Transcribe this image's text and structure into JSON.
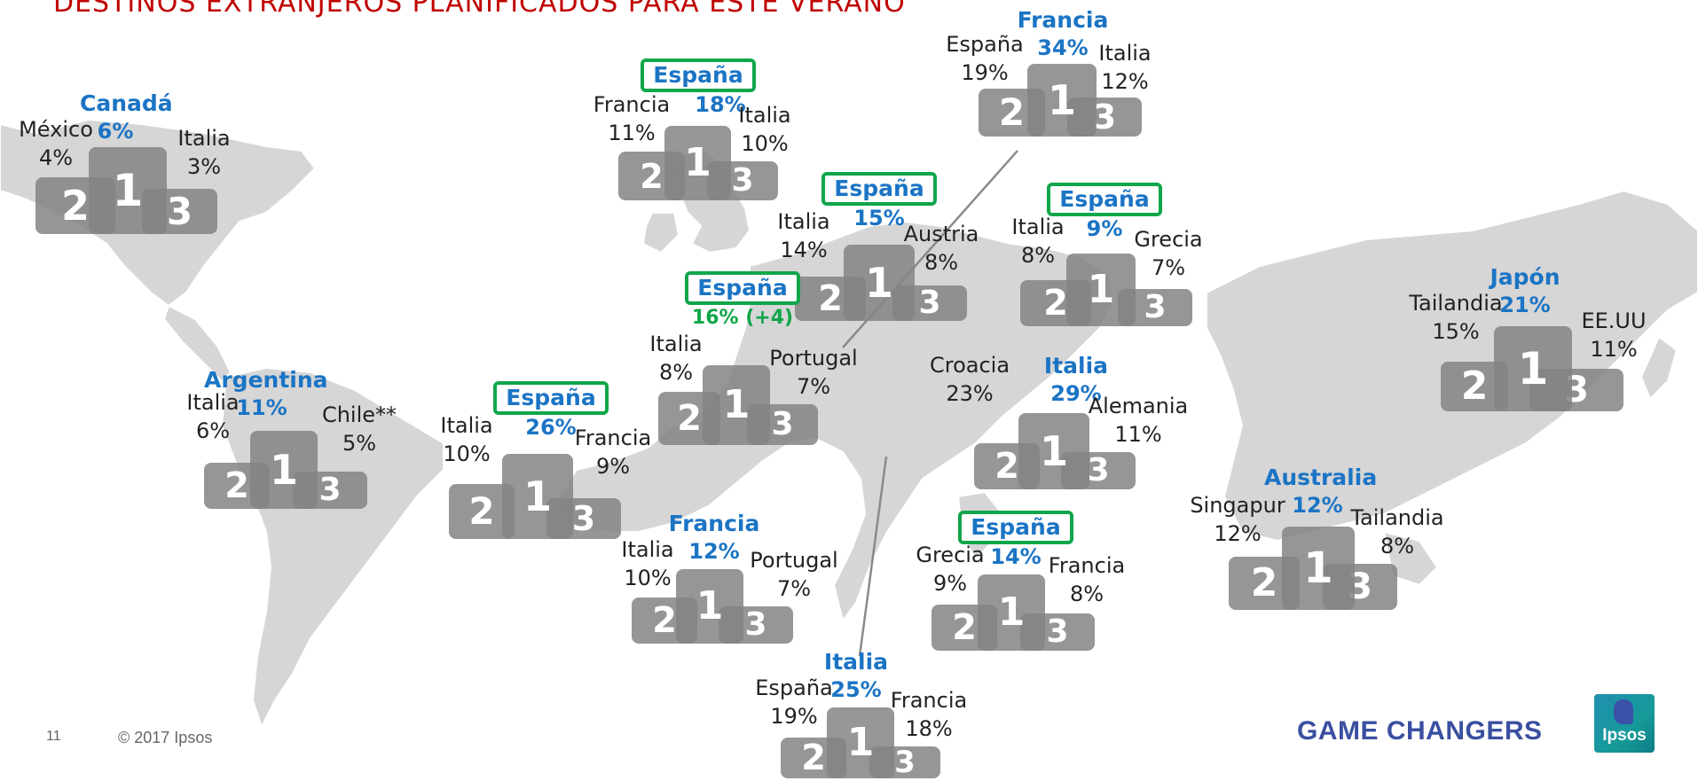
{
  "slide": {
    "title": "DESTINOS EXTRANJEROS PLANIFICADOS PARA ESTE VERANO",
    "page_number": "11",
    "copyright": "© 2017 Ipsos",
    "brand_tagline": "GAME CHANGERS",
    "logo_text": "Ipsos"
  },
  "colors": {
    "title": "#c00000",
    "winner": "#1b74c4",
    "highlight_box": "#10a64a",
    "podium": "#848484",
    "map": "#d5d5d5"
  },
  "podium_digits": {
    "first": "1",
    "second": "2",
    "third": "3"
  },
  "countries": {
    "canada": {
      "first_name": "Canadá",
      "first_value": "6%",
      "second_name": "México",
      "second_value": "4%",
      "third_name": "Italia",
      "third_value": "3%"
    },
    "uk": {
      "first_name": "España",
      "first_value": "18%",
      "second_name": "Francia",
      "second_value": "11%",
      "third_name": "Italia",
      "third_value": "10%"
    },
    "belgium": {
      "first_name": "Francia",
      "first_value": "34%",
      "second_name": "España",
      "second_value": "19%",
      "third_name": "Italia",
      "third_value": "12%"
    },
    "germany": {
      "first_name": "España",
      "first_value": "15%",
      "second_name": "Italia",
      "second_value": "14%",
      "third_name": "Austria",
      "third_value": "8%"
    },
    "poland": {
      "first_name": "España",
      "first_value": "9%",
      "second_name": "Italia",
      "second_value": "8%",
      "third_name": "Grecia",
      "third_value": "7%"
    },
    "france": {
      "first_name": "España",
      "first_value": "16% (+4)",
      "second_name": "Italia",
      "second_value": "8%",
      "third_name": "Portugal",
      "third_value": "7%"
    },
    "hungary": {
      "first_name": "Italia",
      "first_value": "29%",
      "second_name": "Croacia",
      "second_value": "23%",
      "third_name": "Alemania",
      "third_value": "11%"
    },
    "argentina": {
      "first_name": "Argentina",
      "first_value": "11%",
      "second_name": "Italia",
      "second_value": "6%",
      "third_name": "Chile**",
      "third_value": "5%"
    },
    "brazil": {
      "first_name": "España",
      "first_value": "26%",
      "second_name": "Italia",
      "second_value": "10%",
      "third_name": "Francia",
      "third_value": "9%"
    },
    "spain": {
      "first_name": "Francia",
      "first_value": "12%",
      "second_name": "Italia",
      "second_value": "10%",
      "third_name": "Portugal",
      "third_value": "7%"
    },
    "italy": {
      "first_name": "Italia",
      "first_value": "25%",
      "second_name": "España",
      "second_value": "19%",
      "third_name": "Francia",
      "third_value": "18%"
    },
    "serbia": {
      "first_name": "España",
      "first_value": "14%",
      "second_name": "Grecia",
      "second_value": "9%",
      "third_name": "Francia",
      "third_value": "8%"
    },
    "china": {
      "first_name": "Japón",
      "first_value": "21%",
      "second_name": "Tailandia",
      "second_value": "15%",
      "third_name": "EE.UU",
      "third_value": "11%"
    },
    "australia": {
      "first_name": "Australia",
      "first_value": "12%",
      "second_name": "Singapur",
      "second_value": "12%",
      "third_name": "Tailandia",
      "third_value": "8%"
    }
  }
}
